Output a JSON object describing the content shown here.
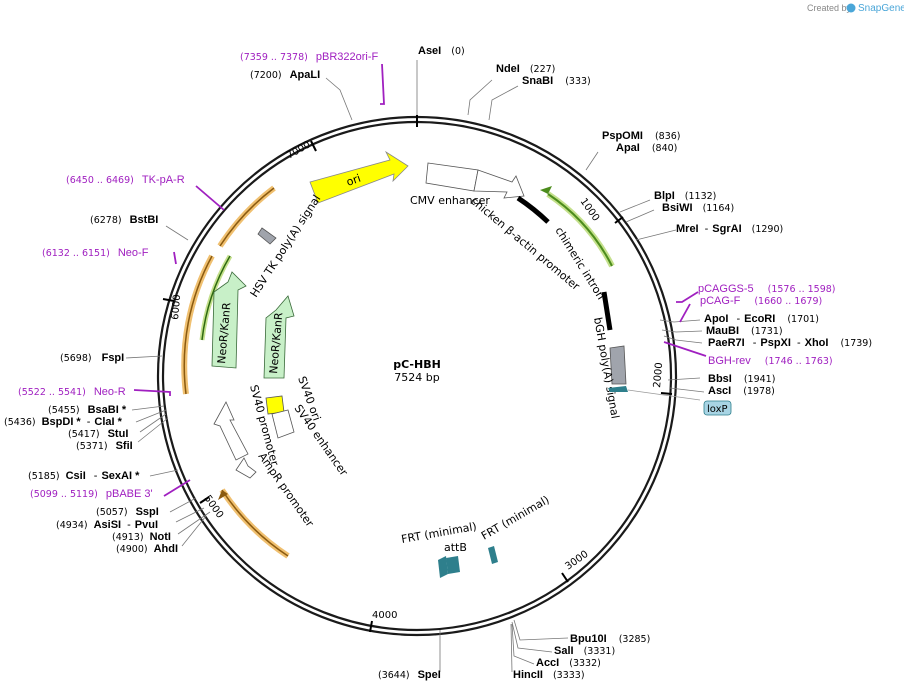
{
  "credit": {
    "text": "Created by",
    "brand": "SnapGene"
  },
  "plasmid": {
    "name": "pC-HBH",
    "length": "7524 bp"
  },
  "ticks": [
    "1000",
    "2000",
    "3000",
    "4000",
    "5000",
    "6000",
    "7000"
  ],
  "features": {
    "ori": "ori",
    "cmv": "CMV enhancer",
    "actin": "chicken β-actin promoter",
    "intron": "chimeric intron",
    "bgh": "bGH poly(A) signal",
    "loxp": "loxP",
    "frt1": "FRT (minimal)",
    "frt2": "FRT (minimal)",
    "attb": "attB",
    "ampr": "AmpR promoter",
    "sv40p": "SV40 promoter",
    "sv40e": "SV40 enhancer",
    "sv40o": "SV40 ori",
    "neo1": "NeoR/KanR",
    "neo2": "NeoR/KanR",
    "hsvtk": "HSV TK poly(A) signal"
  },
  "sites": {
    "asei": {
      "name": "AseI",
      "pos": "(0)"
    },
    "ndei": {
      "name": "NdeI",
      "pos": "(227)"
    },
    "snabi": {
      "name": "SnaBI",
      "pos": "(333)"
    },
    "pspomi": {
      "name": "PspOMI",
      "pos": "(836)"
    },
    "apai": {
      "name": "ApaI",
      "pos": "(840)"
    },
    "blpi": {
      "name": "BlpI",
      "pos": "(1132)"
    },
    "bsiwi": {
      "name": "BsiWI",
      "pos": "(1164)"
    },
    "mrei": {
      "name": "MreI",
      "sep": "-",
      "name2": "SgrAI",
      "pos": "(1290)"
    },
    "apoi": {
      "name": "ApoI",
      "sep": "-",
      "name2": "EcoRI",
      "pos": "(1701)"
    },
    "maubi": {
      "name": "MauBI",
      "pos": "(1731)"
    },
    "paer7i": {
      "name": "PaeR7I",
      "sep": "-",
      "name2": "PspXI",
      "sep2": "-",
      "name3": "XhoI",
      "pos": "(1739)"
    },
    "bbsi": {
      "name": "BbsI",
      "pos": "(1941)"
    },
    "asci": {
      "name": "AscI",
      "pos": "(1978)"
    },
    "bpu10i": {
      "name": "Bpu10I",
      "pos": "(3285)"
    },
    "sali": {
      "name": "SalI",
      "pos": "(3331)"
    },
    "acci": {
      "name": "AccI",
      "pos": "(3332)"
    },
    "hincii": {
      "name": "HincII",
      "pos": "(3333)"
    },
    "spei": {
      "name": "SpeI",
      "pos": "(3644)"
    },
    "ahdi": {
      "name": "AhdI",
      "pos": "(4900)"
    },
    "noti": {
      "name": "NotI",
      "pos": "(4913)"
    },
    "asisi": {
      "name": "AsiSI",
      "sep": "-",
      "name2": "PvuI",
      "pos": "(4934)"
    },
    "sspi": {
      "name": "SspI",
      "pos": "(5057)"
    },
    "csii": {
      "name": "CsiI",
      "sep": "-",
      "name2": "SexAI *",
      "pos": "(5185)"
    },
    "sfii": {
      "name": "SfiI",
      "pos": "(5371)"
    },
    "stui": {
      "name": "StuI",
      "pos": "(5417)"
    },
    "bspdi": {
      "name": "BspDI *",
      "sep": "-",
      "name2": "ClaI *",
      "pos": "(5436)"
    },
    "bsabi": {
      "name": "BsaBI *",
      "pos": "(5455)"
    },
    "fspi": {
      "name": "FspI",
      "pos": "(5698)"
    },
    "bstbi": {
      "name": "BstBI",
      "pos": "(6278)"
    },
    "apali": {
      "name": "ApaLI",
      "pos": "(7200)"
    }
  },
  "primers": {
    "pbr": {
      "name": "pBR322ori-F",
      "pos": "(7359 .. 7378)"
    },
    "tkpa": {
      "name": "TK-pA-R",
      "pos": "(6450 .. 6469)"
    },
    "neof": {
      "name": "Neo-F",
      "pos": "(6132 .. 6151)"
    },
    "neor": {
      "name": "Neo-R",
      "pos": "(5522 .. 5541)"
    },
    "pbabe": {
      "name": "pBABE 3'",
      "pos": "(5099 .. 5119)"
    },
    "pcaggs": {
      "name": "pCAGGS-5",
      "pos": "(1576 .. 1598)"
    },
    "pcag": {
      "name": "pCAG-F",
      "pos": "(1660 .. 1679)"
    },
    "bgh": {
      "name": "BGH-rev",
      "pos": "(1746 .. 1763)"
    }
  }
}
